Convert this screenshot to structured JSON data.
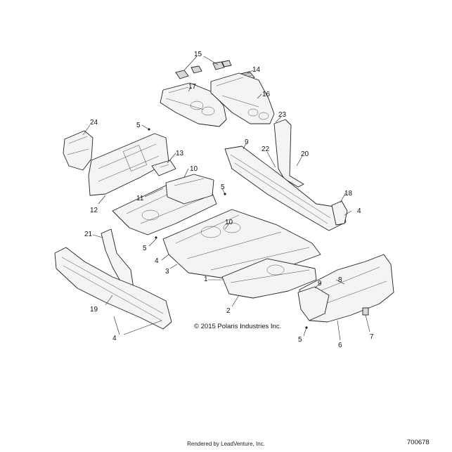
{
  "diagram": {
    "callouts": [
      "1",
      "2",
      "3",
      "4",
      "4",
      "4",
      "5",
      "5",
      "5",
      "5",
      "6",
      "7",
      "8",
      "9",
      "9",
      "10",
      "10",
      "11",
      "12",
      "13",
      "14",
      "15",
      "16",
      "17",
      "18",
      "19",
      "20",
      "21",
      "22",
      "23",
      "24"
    ],
    "copyright": "© 2015 Polaris Industries Inc.",
    "diagram_number": "700678"
  },
  "footer": {
    "rendered_by": "Rendered by LeadVenture, Inc."
  }
}
